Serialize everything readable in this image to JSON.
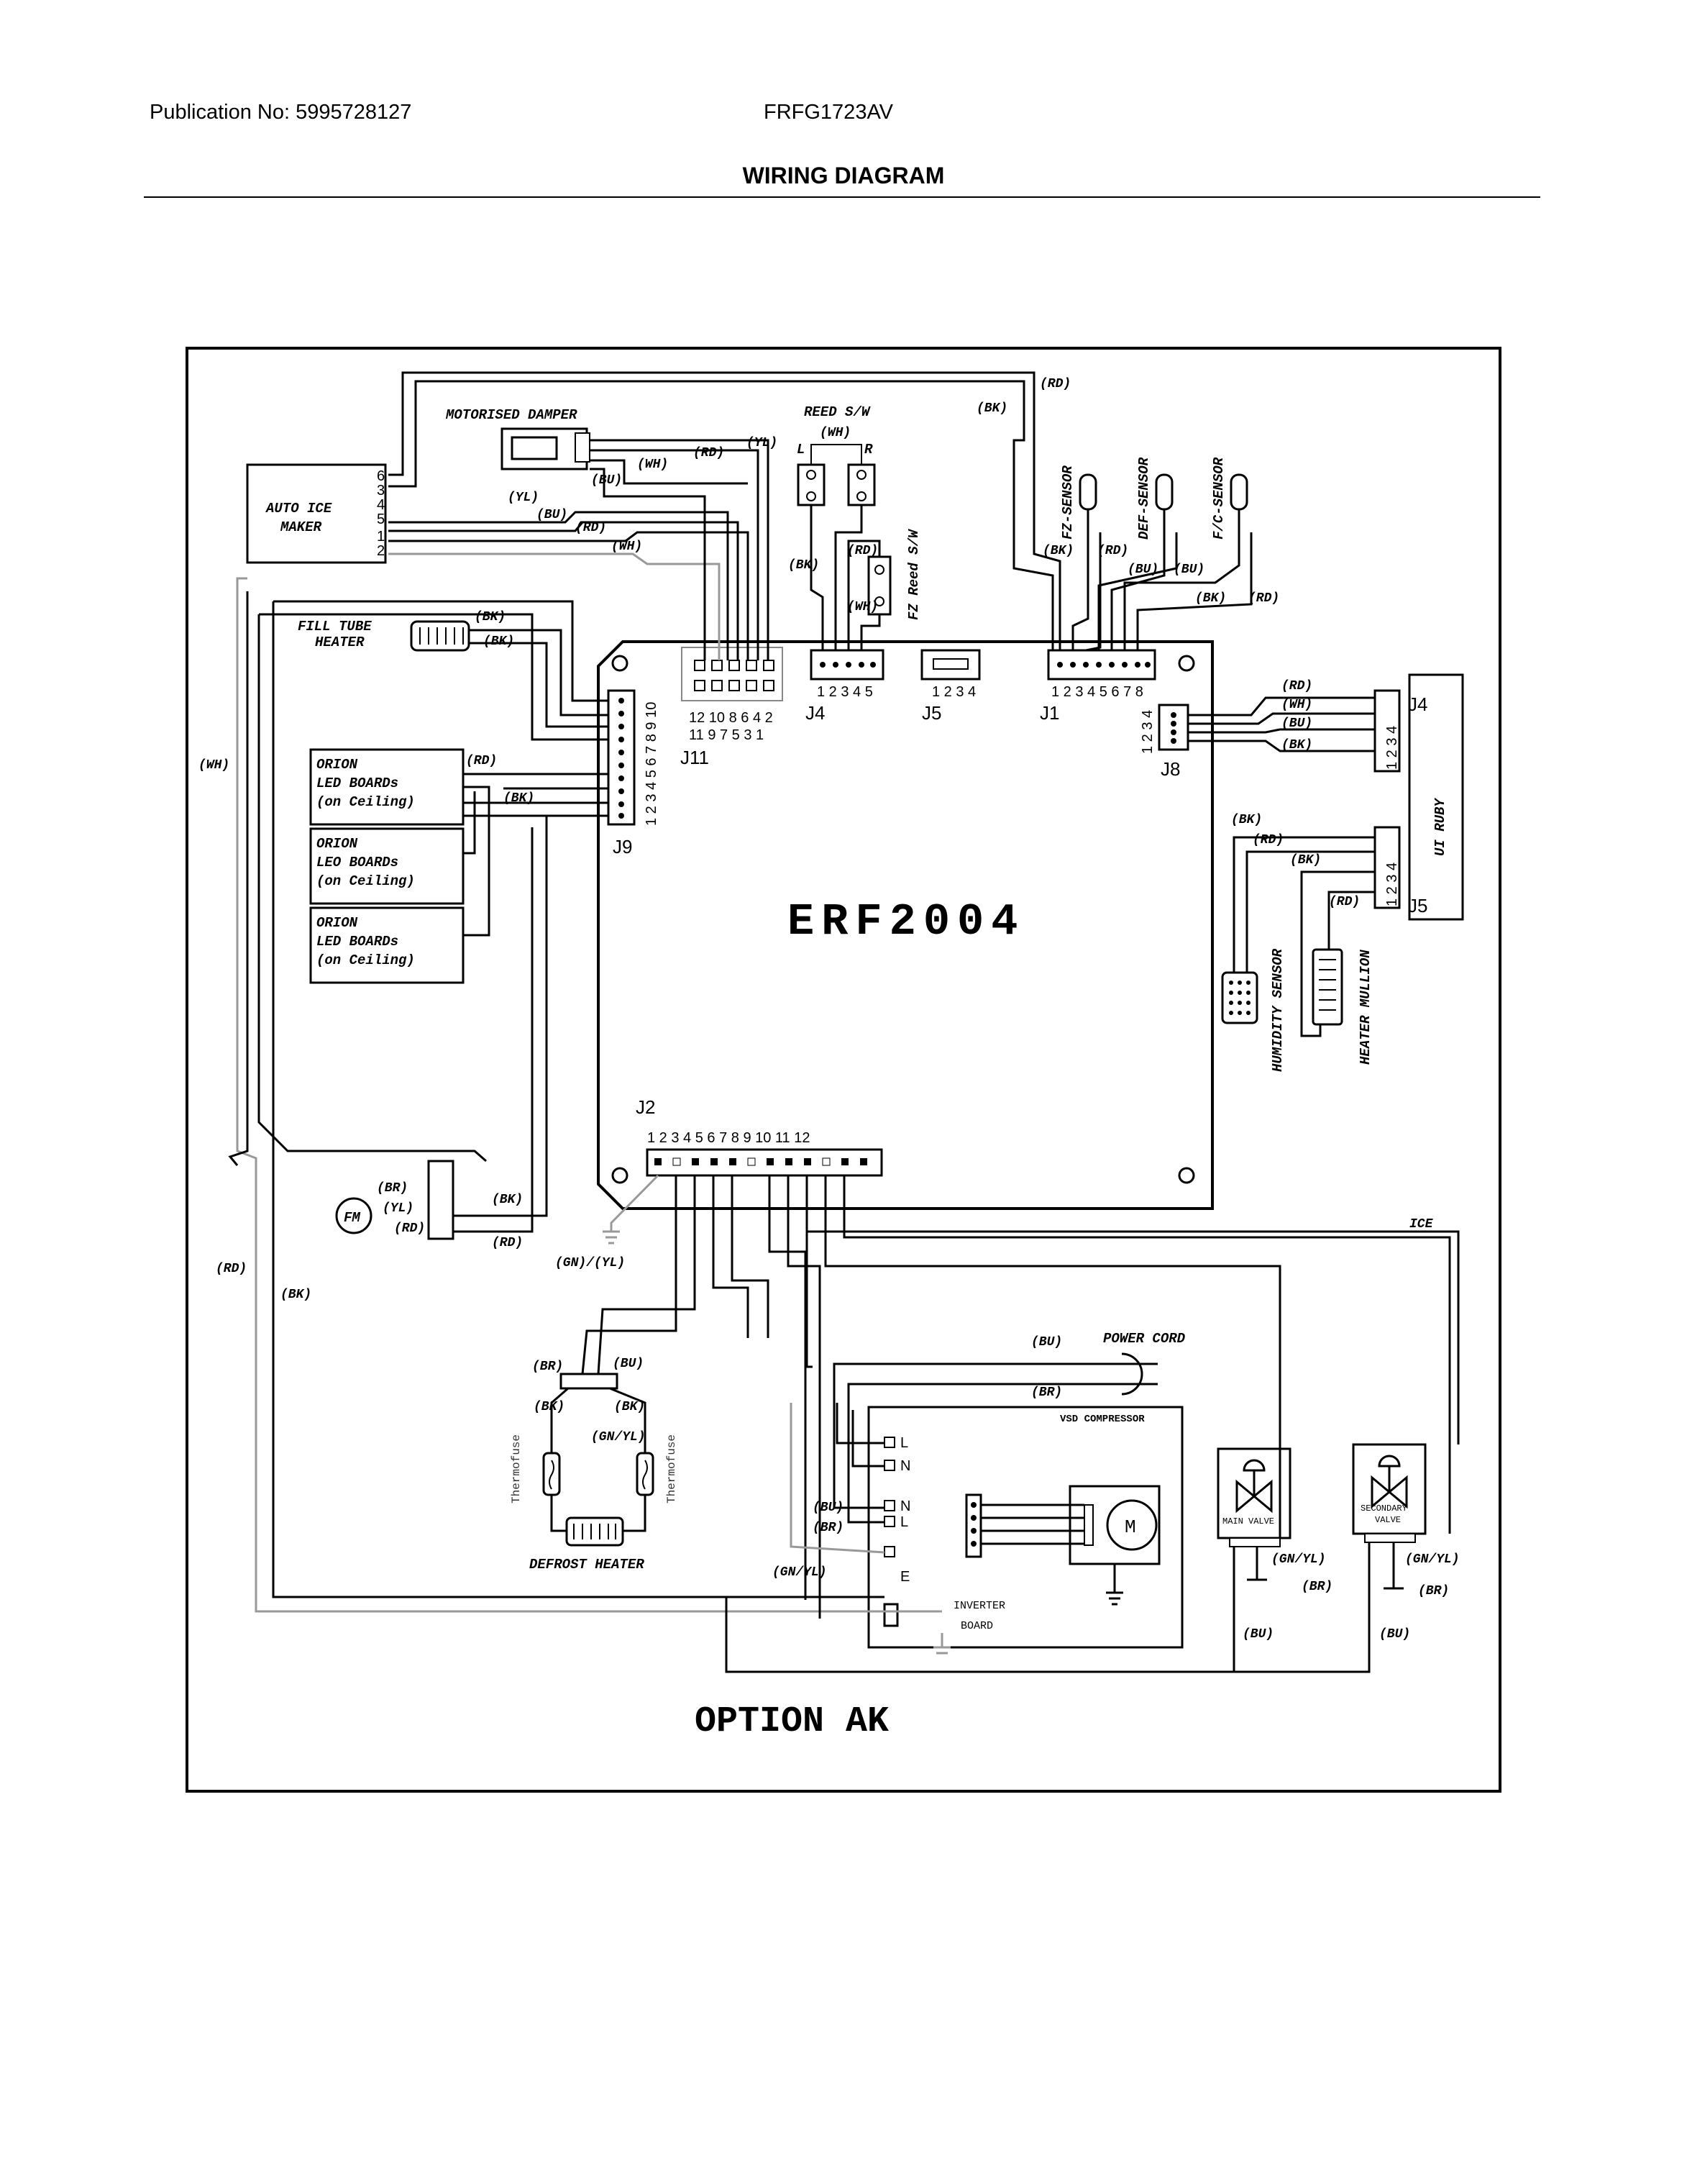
{
  "header": {
    "publication": "Publication No: 5995728127",
    "model": "FRFG1723AV",
    "title": "WIRING DIAGRAM"
  },
  "diagram": {
    "board_name": "ERF2004",
    "option_label": "OPTION AK",
    "components": {
      "auto_ice_maker": [
        "AUTO ICE",
        "MAKER"
      ],
      "auto_ice_pins": [
        "6",
        "3",
        "4",
        "5",
        "1",
        "2"
      ],
      "motorised_damper": "MOTORISED DAMPER",
      "reed_sw": "REED S/W",
      "reed_l": "L",
      "reed_r": "R",
      "fz_reed_sw": "FZ Reed S/W",
      "fz_sensor": "FZ-SENSOR",
      "def_sensor": "DEF-SENSOR",
      "fc_sensor": "F/C-SENSOR",
      "fill_tube_heater": [
        "FILL TUBE",
        "HEATER"
      ],
      "orion_boards": [
        [
          "ORION",
          "LED BOARDs",
          "(on Ceiling)"
        ],
        [
          "ORION",
          "LEO BOARDs",
          "(on Ceiling)"
        ],
        [
          "ORION",
          "LED BOARDs",
          "(on Ceiling)"
        ]
      ],
      "ui_ruby": "UI RUBY",
      "humidity_sensor": "HUMIDITY SENSOR",
      "heater_mullion": "HEATER MULLION",
      "fan_motor": "FM",
      "defrost_heater": "DEFROST HEATER",
      "thermofuse": "Thermofuse",
      "power_cord": "POWER CORD",
      "vsd_compressor": "VSD COMPRESSOR",
      "inverter_board": [
        "INVERTER",
        "BOARD"
      ],
      "motor": "M",
      "main_valve": "MAIN VALVE",
      "secondary_valve": [
        "SECONDARY",
        "VALVE"
      ],
      "ice": "ICE",
      "compressor_terminals": [
        "L",
        "N",
        "N",
        "L",
        "E"
      ]
    },
    "connectors": {
      "j11": "J11",
      "j11_top": "12 10 8 6 4 2",
      "j11_bottom": "11 9 7 5 3 1",
      "j4": "J4",
      "j4_pins": "1 2 3 4 5",
      "j5": "J5",
      "j5_pins": "1 2 3 4",
      "j1": "J1",
      "j1_pins": "1 2 3 4 5 6 7 8",
      "j8": "J8",
      "j8_pins": "1 2 3 4",
      "j9": "J9",
      "j9_pins": "1 2 3 4 5 6 7 8 9 10",
      "j2": "J2",
      "j2_pins": "1 2 3 4 5 6 7 8 9 10 11 12",
      "ui_j4": "J4",
      "ui_j5": "J5",
      "ui_pins": "1 2 3 4"
    },
    "wire_labels": {
      "rd": "(RD)",
      "bk": "(BK)",
      "wh": "(WH)",
      "yl": "(YL)",
      "bu": "(BU)",
      "br": "(BR)",
      "gn_yl": "(GN)/(YL)",
      "gn_yl_2": "(GN/YL)",
      "bk_small": "(BK)",
      "gn_yl_small": "(GN/YL)"
    }
  }
}
